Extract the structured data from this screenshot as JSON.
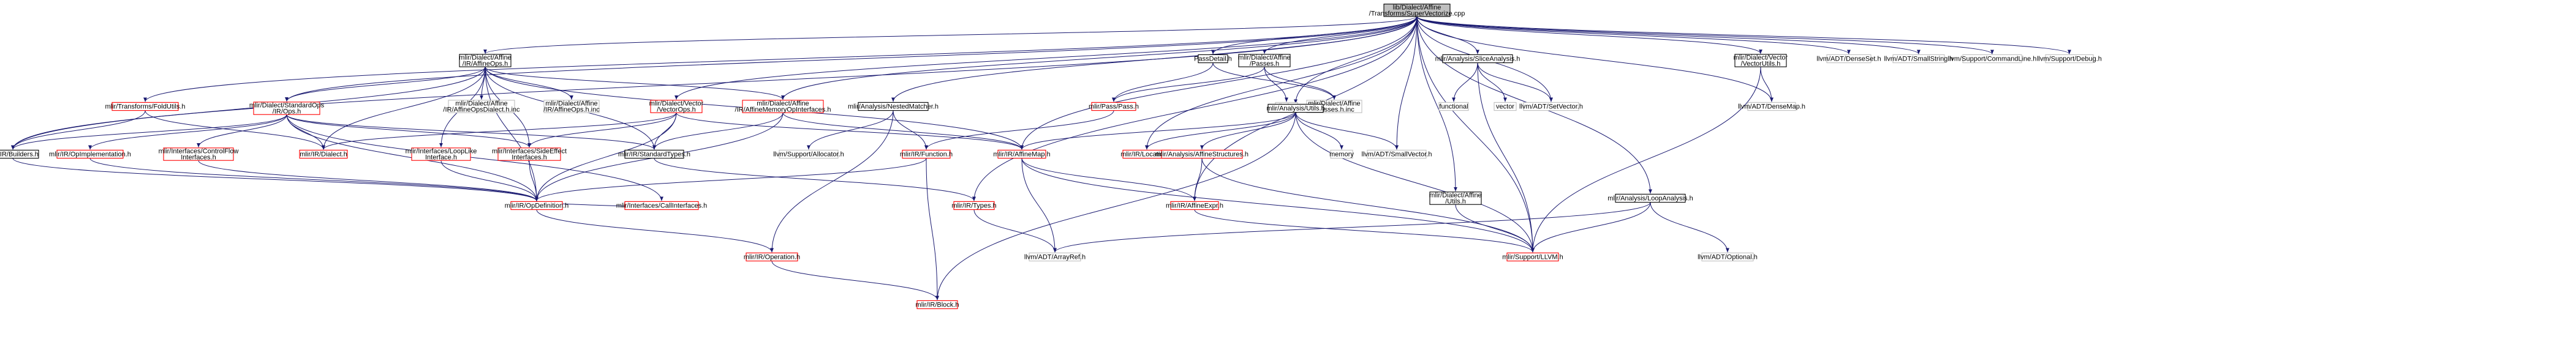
{
  "diagram": {
    "colors": {
      "edge": "#191970",
      "root_fill": "#bfbfbf",
      "root_border": "#000000",
      "linked_border": "#ff0000",
      "plain_border": "#000000",
      "leaf_border": "#bfbfbf",
      "background": "#ffffff"
    },
    "nodes": [
      {
        "id": "root",
        "lines": [
          "lib/Dialect/Affine",
          "/Transforms/SuperVectorize.cpp"
        ],
        "style": "root"
      },
      {
        "id": "affineops",
        "lines": [
          "mlir/Dialect/Affine",
          "/IR/AffineOps.h"
        ],
        "style": "plain"
      },
      {
        "id": "passdetail",
        "lines": [
          "PassDetail.h"
        ],
        "style": "plain"
      },
      {
        "id": "affinepasses",
        "lines": [
          "mlir/Dialect/Affine",
          "/Passes.h"
        ],
        "style": "plain"
      },
      {
        "id": "sliceanalysis",
        "lines": [
          "mlir/Analysis/SliceAnalysis.h"
        ],
        "style": "plain"
      },
      {
        "id": "vectorutils",
        "lines": [
          "mlir/Dialect/Vector",
          "/VectorUtils.h"
        ],
        "style": "plain"
      },
      {
        "id": "densesetdep",
        "lines": [
          "llvm/ADT/DenseSet.h"
        ],
        "style": "leaf"
      },
      {
        "id": "smallstring",
        "lines": [
          "llvm/ADT/SmallString.h"
        ],
        "style": "leaf"
      },
      {
        "id": "commandline",
        "lines": [
          "llvm/Support/CommandLine.h"
        ],
        "style": "leaf"
      },
      {
        "id": "debug",
        "lines": [
          "llvm/Support/Debug.h"
        ],
        "style": "leaf"
      },
      {
        "id": "foldutils",
        "lines": [
          "mlir/Transforms/FoldUtils.h"
        ],
        "style": "linked"
      },
      {
        "id": "standardops",
        "lines": [
          "mlir/Dialect/StandardOps",
          "/IR/Ops.h"
        ],
        "style": "linked"
      },
      {
        "id": "affineopsdialect",
        "lines": [
          "mlir/Dialect/Affine",
          "/IR/AffineOpsDialect.h.inc"
        ],
        "style": "leaf"
      },
      {
        "id": "affineopsinc",
        "lines": [
          "mlir/Dialect/Affine",
          "/IR/AffineOps.h.inc"
        ],
        "style": "leaf"
      },
      {
        "id": "vectorops",
        "lines": [
          "mlir/Dialect/Vector",
          "/VectorOps.h"
        ],
        "style": "linked"
      },
      {
        "id": "affinememory",
        "lines": [
          "mlir/Dialect/Affine",
          "/IR/AffineMemoryOpInterfaces.h"
        ],
        "style": "linked"
      },
      {
        "id": "nestedmatcher",
        "lines": [
          "mlir/Analysis/NestedMatcher.h"
        ],
        "style": "plain"
      },
      {
        "id": "passpass",
        "lines": [
          "mlir/Pass/Pass.h"
        ],
        "style": "linked"
      },
      {
        "id": "limits",
        "lines": [
          "limits"
        ],
        "style": "leaf"
      },
      {
        "id": "passesinc",
        "lines": [
          "mlir/Dialect/Affine",
          "/Passes.h.inc"
        ],
        "style": "leaf"
      },
      {
        "id": "analysisutils",
        "lines": [
          "mlir/Analysis/Utils.h"
        ],
        "style": "plain"
      },
      {
        "id": "functional",
        "lines": [
          "functional"
        ],
        "style": "leaf"
      },
      {
        "id": "vector",
        "lines": [
          "vector"
        ],
        "style": "leaf"
      },
      {
        "id": "setvector",
        "lines": [
          "llvm/ADT/SetVector.h"
        ],
        "style": "leaf"
      },
      {
        "id": "densemap",
        "lines": [
          "llvm/ADT/DenseMap.h"
        ],
        "style": "leaf"
      },
      {
        "id": "builders",
        "lines": [
          "mlir/IR/Builders.h"
        ],
        "style": "plain"
      },
      {
        "id": "opimpl",
        "lines": [
          "mlir/IR/OpImplementation.h"
        ],
        "style": "linked"
      },
      {
        "id": "controlflow",
        "lines": [
          "mlir/Interfaces/ControlFlow",
          "Interfaces.h"
        ],
        "style": "linked"
      },
      {
        "id": "dialect",
        "lines": [
          "mlir/IR/Dialect.h"
        ],
        "style": "linked"
      },
      {
        "id": "looplike",
        "lines": [
          "mlir/Interfaces/LoopLike",
          "Interface.h"
        ],
        "style": "linked"
      },
      {
        "id": "sideeffect",
        "lines": [
          "mlir/Interfaces/SideEffect",
          "Interfaces.h"
        ],
        "style": "linked"
      },
      {
        "id": "standardtypes",
        "lines": [
          "mlir/IR/StandardTypes.h"
        ],
        "style": "plain"
      },
      {
        "id": "allocator",
        "lines": [
          "llvm/Support/Allocator.h"
        ],
        "style": "leaf"
      },
      {
        "id": "function",
        "lines": [
          "mlir/IR/Function.h"
        ],
        "style": "linked"
      },
      {
        "id": "affinemap",
        "lines": [
          "mlir/IR/AffineMap.h"
        ],
        "style": "linked"
      },
      {
        "id": "location",
        "lines": [
          "mlir/IR/Location.h"
        ],
        "style": "linked"
      },
      {
        "id": "affinestructures",
        "lines": [
          "mlir/Analysis/AffineStructures.h"
        ],
        "style": "linked"
      },
      {
        "id": "memory",
        "lines": [
          "memory"
        ],
        "style": "leaf"
      },
      {
        "id": "smallvector",
        "lines": [
          "llvm/ADT/SmallVector.h"
        ],
        "style": "leaf"
      },
      {
        "id": "opdefinition",
        "lines": [
          "mlir/IR/OpDefinition.h"
        ],
        "style": "linked"
      },
      {
        "id": "callinterfaces",
        "lines": [
          "mlir/Interfaces/CallInterfaces.h"
        ],
        "style": "linked"
      },
      {
        "id": "types",
        "lines": [
          "mlir/IR/Types.h"
        ],
        "style": "linked"
      },
      {
        "id": "affineexpr",
        "lines": [
          "mlir/IR/AffineExpr.h"
        ],
        "style": "linked"
      },
      {
        "id": "affineutils",
        "lines": [
          "mlir/Dialect/Affine",
          "/Utils.h"
        ],
        "style": "plain"
      },
      {
        "id": "loopanalysis",
        "lines": [
          "mlir/Analysis/LoopAnalysis.h"
        ],
        "style": "plain"
      },
      {
        "id": "operation",
        "lines": [
          "mlir/IR/Operation.h"
        ],
        "style": "linked"
      },
      {
        "id": "arrayref",
        "lines": [
          "llvm/ADT/ArrayRef.h"
        ],
        "style": "leaf"
      },
      {
        "id": "llvmh",
        "lines": [
          "mlir/Support/LLVM.h"
        ],
        "style": "linked"
      },
      {
        "id": "optional",
        "lines": [
          "llvm/ADT/Optional.h"
        ],
        "style": "leaf"
      },
      {
        "id": "block",
        "lines": [
          "mlir/IR/Block.h"
        ],
        "style": "linked"
      }
    ],
    "edges": [
      [
        "root",
        "affineops"
      ],
      [
        "root",
        "passdetail"
      ],
      [
        "root",
        "affinepasses"
      ],
      [
        "root",
        "sliceanalysis"
      ],
      [
        "root",
        "vectorutils"
      ],
      [
        "root",
        "densesetdep"
      ],
      [
        "root",
        "smallstring"
      ],
      [
        "root",
        "commandline"
      ],
      [
        "root",
        "debug"
      ],
      [
        "root",
        "foldutils"
      ],
      [
        "root",
        "standardops"
      ],
      [
        "root",
        "builders"
      ],
      [
        "root",
        "vectorops"
      ],
      [
        "root",
        "nestedmatcher"
      ],
      [
        "root",
        "analysisutils"
      ],
      [
        "root",
        "affinemap"
      ],
      [
        "root",
        "location"
      ],
      [
        "root",
        "smallvector"
      ],
      [
        "root",
        "types"
      ],
      [
        "root",
        "affineexpr"
      ],
      [
        "root",
        "affineutils"
      ],
      [
        "root",
        "loopanalysis"
      ],
      [
        "root",
        "llvmh"
      ],
      [
        "root",
        "setvector"
      ],
      [
        "root",
        "densemap"
      ],
      [
        "root",
        "affinememory"
      ],
      [
        "affineops",
        "builders"
      ],
      [
        "affineops",
        "standardops"
      ],
      [
        "affineops",
        "affineopsdialect"
      ],
      [
        "affineops",
        "affineopsinc"
      ],
      [
        "affineops",
        "affinememory"
      ],
      [
        "affineops",
        "looplike"
      ],
      [
        "affineops",
        "sideeffect"
      ],
      [
        "affineops",
        "standardtypes"
      ],
      [
        "affineops",
        "opdefinition"
      ],
      [
        "affineops",
        "dialect"
      ],
      [
        "affineops",
        "affinemap"
      ],
      [
        "foldutils",
        "builders"
      ],
      [
        "foldutils",
        "dialect"
      ],
      [
        "standardops",
        "builders"
      ],
      [
        "standardops",
        "opimpl"
      ],
      [
        "standardops",
        "controlflow"
      ],
      [
        "standardops",
        "dialect"
      ],
      [
        "standardops",
        "sideeffect"
      ],
      [
        "standardops",
        "callinterfaces"
      ],
      [
        "standardops",
        "standardtypes"
      ],
      [
        "standardops",
        "opdefinition"
      ],
      [
        "vectorops",
        "dialect"
      ],
      [
        "vectorops",
        "standardtypes"
      ],
      [
        "vectorops",
        "sideeffect"
      ],
      [
        "vectorops",
        "opdefinition"
      ],
      [
        "vectorops",
        "affinemap"
      ],
      [
        "affinememory",
        "standardtypes"
      ],
      [
        "affinememory",
        "opdefinition"
      ],
      [
        "affinememory",
        "affinemap"
      ],
      [
        "nestedmatcher",
        "allocator"
      ],
      [
        "nestedmatcher",
        "function"
      ],
      [
        "nestedmatcher",
        "operation"
      ],
      [
        "passdetail",
        "passpass"
      ],
      [
        "affinepasses",
        "passpass"
      ],
      [
        "affinepasses",
        "limits"
      ],
      [
        "affinepasses",
        "passesinc"
      ],
      [
        "passdetail",
        "passesinc"
      ],
      [
        "sliceanalysis",
        "functional"
      ],
      [
        "sliceanalysis",
        "vector"
      ],
      [
        "sliceanalysis",
        "setvector"
      ],
      [
        "sliceanalysis",
        "llvmh"
      ],
      [
        "vectorutils",
        "densemap"
      ],
      [
        "vectorutils",
        "llvmh"
      ],
      [
        "analysisutils",
        "affinestructures"
      ],
      [
        "analysisutils",
        "affinemap"
      ],
      [
        "analysisutils",
        "location"
      ],
      [
        "analysisutils",
        "memory"
      ],
      [
        "analysisutils",
        "smallvector"
      ],
      [
        "analysisutils",
        "llvmh"
      ],
      [
        "analysisutils",
        "block"
      ],
      [
        "passpass",
        "function"
      ],
      [
        "builders",
        "opdefinition"
      ],
      [
        "opimpl",
        "opdefinition"
      ],
      [
        "controlflow",
        "opdefinition"
      ],
      [
        "looplike",
        "opdefinition"
      ],
      [
        "sideeffect",
        "opdefinition"
      ],
      [
        "standardtypes",
        "types"
      ],
      [
        "function",
        "opdefinition"
      ],
      [
        "function",
        "block"
      ],
      [
        "affinemap",
        "affineexpr"
      ],
      [
        "affinemap",
        "arrayref"
      ],
      [
        "affinemap",
        "llvmh"
      ],
      [
        "affinestructures",
        "affineexpr"
      ],
      [
        "affinestructures",
        "llvmh"
      ],
      [
        "opdefinition",
        "operation"
      ],
      [
        "callinterfaces",
        "opdefinition"
      ],
      [
        "types",
        "arrayref"
      ],
      [
        "affineexpr",
        "llvmh"
      ],
      [
        "affineutils",
        "llvmh"
      ],
      [
        "loopanalysis",
        "arrayref"
      ],
      [
        "loopanalysis",
        "llvmh"
      ],
      [
        "loopanalysis",
        "optional"
      ],
      [
        "operation",
        "block"
      ]
    ]
  }
}
